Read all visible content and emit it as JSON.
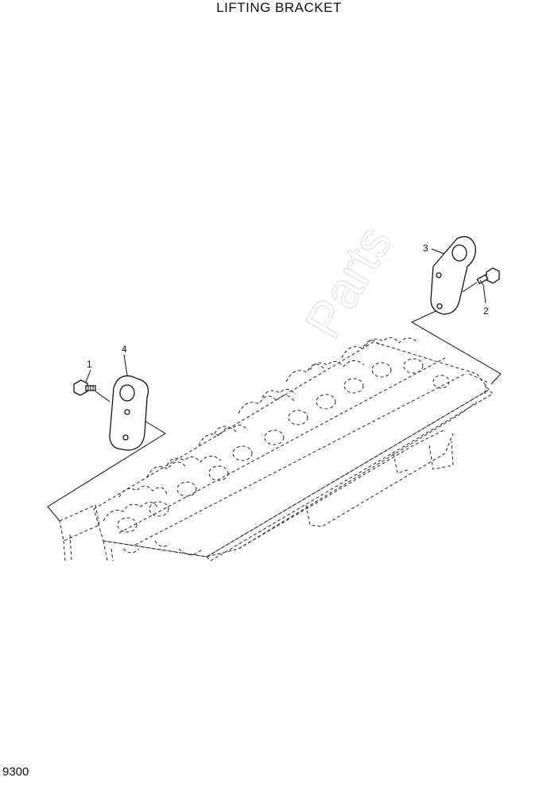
{
  "title": "LIFTING BRACKET",
  "page_number": "9300",
  "callouts": [
    "1",
    "2",
    "3",
    "4"
  ],
  "watermark": "Parts"
}
